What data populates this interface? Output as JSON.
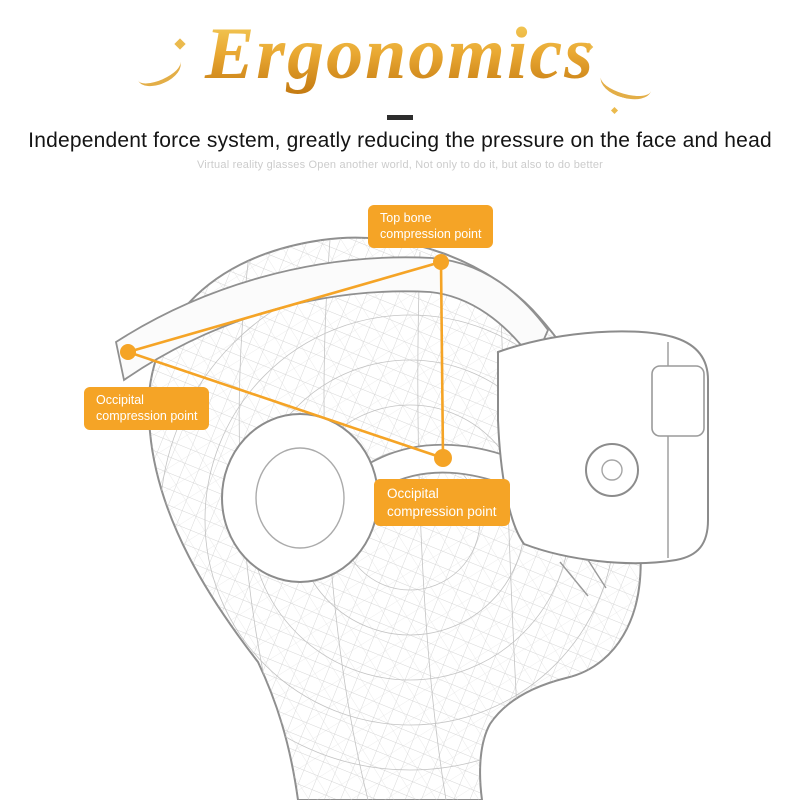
{
  "title": "Ergonomics",
  "subtitle": "Independent force system, greatly reducing the pressure on the face and head",
  "tagline": "Virtual reality glasses Open another world, Not only to do it, but also to do better",
  "callouts": {
    "top": {
      "line1": "Top bone",
      "line2": "compression point"
    },
    "occipital_left": {
      "line1": "Occipital",
      "line2": "compression point"
    },
    "occipital_lower": {
      "line1": "Occipital",
      "line2": "compression point"
    }
  },
  "colors": {
    "accent": "#F5A426",
    "title_gradient_top": "#F4CF5E",
    "title_gradient_bottom": "#C47A12",
    "wireframe": "#BFBFBF",
    "outline": "#8F8F8F"
  }
}
